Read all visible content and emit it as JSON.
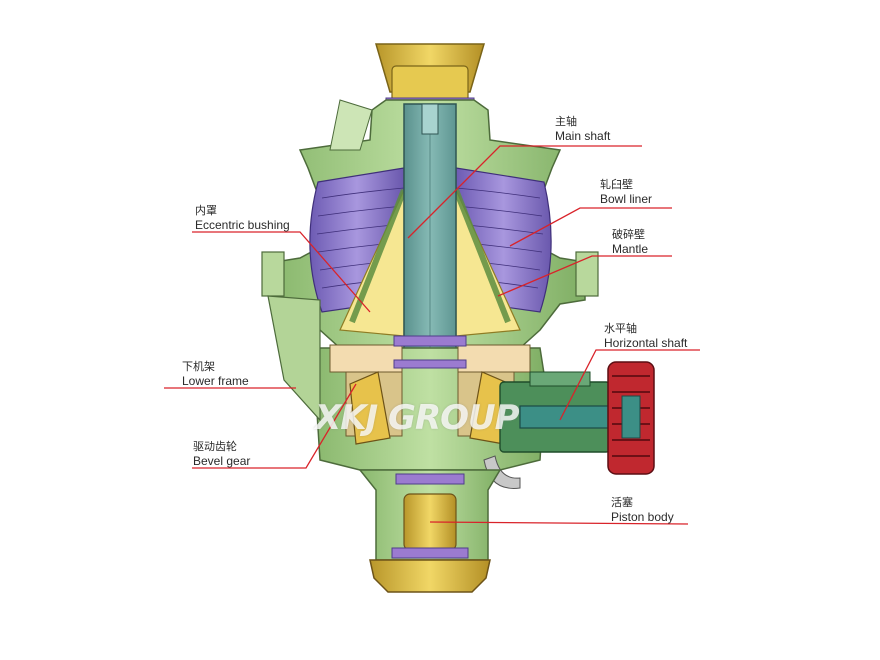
{
  "labels": {
    "main_shaft": {
      "cn": "主轴",
      "en": "Main shaft"
    },
    "bowl_liner": {
      "cn": "轧臼壁",
      "en": "Bowl liner"
    },
    "mantle": {
      "cn": "破碎壁",
      "en": "Mantle"
    },
    "horizontal_shaft": {
      "cn": "水平轴",
      "en": "Horizontal shaft"
    },
    "piston_body": {
      "cn": "活塞",
      "en": "Piston body"
    },
    "eccentric_bushing": {
      "cn": "内罩",
      "en": "Eccentric bushing"
    },
    "lower_frame": {
      "cn": "下机架",
      "en": "Lower frame"
    },
    "bevel_gear": {
      "cn": "驱动齿轮",
      "en": "Bevel gear"
    }
  },
  "watermark": "XKJ GROUP",
  "colors": {
    "leader_line": "#d9232a",
    "frame_green": "#a9cf8c",
    "frame_dark": "#6f9a57",
    "shaft_teal": "#6fa6a2",
    "liner_purple": "#8b78c9",
    "mantle_yellow": "#f5e58a",
    "gold": "#c9a93a",
    "pulley_red": "#c0282f"
  }
}
